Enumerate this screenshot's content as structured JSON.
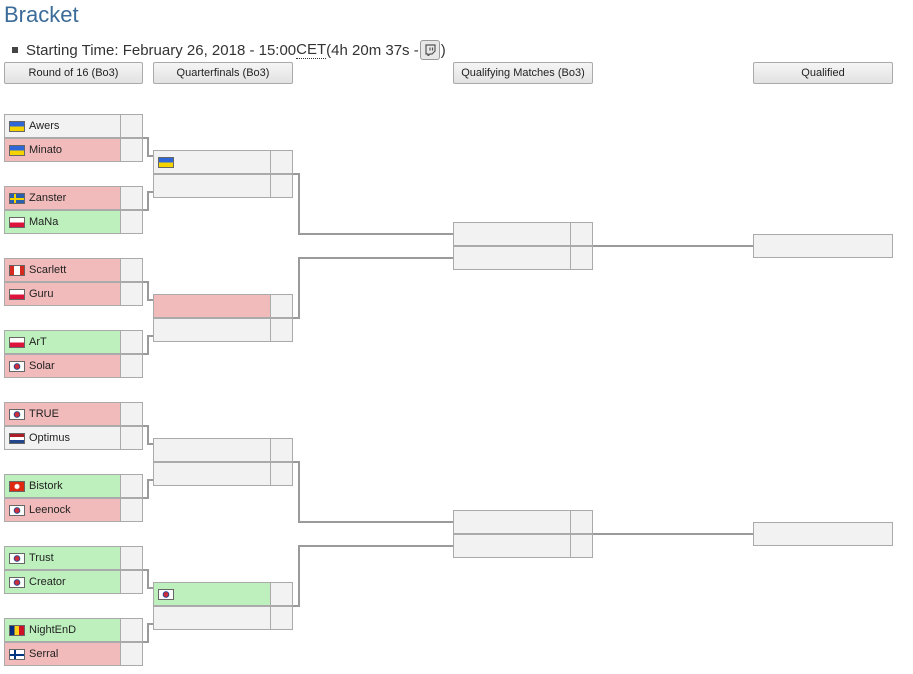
{
  "title": "Bracket",
  "starting": {
    "prefix": "Starting Time: February 26, 2018 - 15:00 ",
    "timezone": "CET",
    "countdown": " (4h 20m 37s - ",
    "suffix": ")",
    "stream_icon": "twitch-icon"
  },
  "rounds": {
    "ro16": "Round of 16 (Bo3)",
    "qf": "Quarterfinals (Bo3)",
    "qm": "Qualifying Matches (Bo3)",
    "qualified": "Qualified"
  },
  "colors": {
    "win": "#bdf0bd",
    "lose": "#f2bbbb",
    "pending": "#bcbcf0",
    "empty": "#f2f2f2",
    "title": "#3b6c99"
  },
  "ro16": [
    {
      "name": "Awers",
      "flag": "ua",
      "status": "pending"
    },
    {
      "name": "Minato",
      "flag": "ua",
      "status": "lose"
    },
    {
      "name": "Zanster",
      "flag": "se",
      "status": "lose"
    },
    {
      "name": "MaNa",
      "flag": "pl",
      "status": "win"
    },
    {
      "name": "Scarlett",
      "flag": "ca",
      "status": "lose"
    },
    {
      "name": "Guru",
      "flag": "pl",
      "status": "lose"
    },
    {
      "name": "ArT",
      "flag": "pl",
      "status": "win"
    },
    {
      "name": "Solar",
      "flag": "kr",
      "status": "lose"
    },
    {
      "name": "TRUE",
      "flag": "kr",
      "status": "lose"
    },
    {
      "name": "Optimus",
      "flag": "nl",
      "status": "pending"
    },
    {
      "name": "Bistork",
      "flag": "hk",
      "status": "win"
    },
    {
      "name": "Leenock",
      "flag": "kr",
      "status": "lose"
    },
    {
      "name": "Trust",
      "flag": "kr",
      "status": "win"
    },
    {
      "name": "Creator",
      "flag": "kr",
      "status": "win"
    },
    {
      "name": "NightEnD",
      "flag": "ro",
      "status": "win"
    },
    {
      "name": "Serral",
      "flag": "fi",
      "status": "lose"
    }
  ],
  "qf": [
    {
      "name": "",
      "flag": "ua",
      "status": "empty"
    },
    {
      "name": "",
      "flag": "",
      "status": "empty"
    },
    {
      "name": "",
      "flag": "",
      "status": "lose"
    },
    {
      "name": "",
      "flag": "",
      "status": "empty"
    },
    {
      "name": "",
      "flag": "",
      "status": "empty"
    },
    {
      "name": "",
      "flag": "",
      "status": "empty"
    },
    {
      "name": "",
      "flag": "kr",
      "status": "win"
    },
    {
      "name": "",
      "flag": "",
      "status": "empty"
    }
  ],
  "qm": [
    {
      "name": "",
      "flag": "",
      "status": "empty"
    },
    {
      "name": "",
      "flag": "",
      "status": "empty"
    },
    {
      "name": "",
      "flag": "",
      "status": "empty"
    },
    {
      "name": "",
      "flag": "",
      "status": "empty"
    }
  ],
  "qualified": [
    {
      "name": "",
      "flag": "",
      "status": "empty"
    },
    {
      "name": "",
      "flag": "",
      "status": "empty"
    }
  ]
}
